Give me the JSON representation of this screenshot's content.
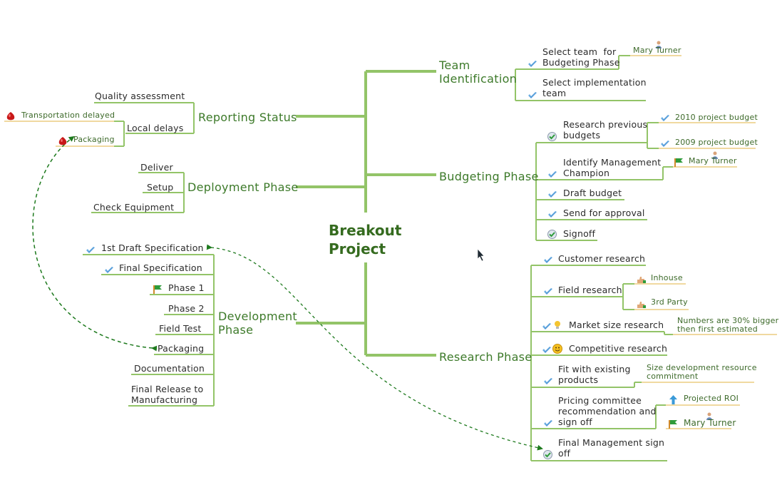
{
  "root": {
    "line1": "Breakout",
    "line2": "Project"
  },
  "colors": {
    "branch": "#93c468",
    "note_underline": "#f0d9a0",
    "arrow": "#1e7a1e",
    "text_main": "#3d7a2a",
    "root": "#356b1f"
  },
  "branches": {
    "reporting": {
      "label": "Reporting Status",
      "children": {
        "quality": "Quality assessment",
        "local": "Local delays",
        "transport": "Transportation delayed",
        "packaging": "Packaging"
      }
    },
    "deployment": {
      "label": "Deployment Phase",
      "children": {
        "deliver": "Deliver",
        "setup": "Setup",
        "check": "Check Equipment"
      }
    },
    "development": {
      "label1": "Development",
      "label2": "Phase",
      "children": {
        "draft": "1st Draft Specification",
        "final_spec": "Final Specification",
        "phase1": "Phase 1",
        "phase2": "Phase 2",
        "field_test": "Field Test",
        "packaging": "Packaging",
        "documentation": "Documentation",
        "release1": "Final Release to",
        "release2": "Manufacturing"
      }
    },
    "team": {
      "label1": "Team",
      "label2": "Identification",
      "children": {
        "select_budget1": "Select team  for",
        "select_budget2": "Budgeting Phase",
        "assignee": "Mary Turner",
        "select_impl1": "Select implementation",
        "select_impl2": "team"
      }
    },
    "budgeting": {
      "label": "Budgeting Phase",
      "children": {
        "research1": "Research previous",
        "research2": "budgets",
        "b2010": "2010 project budget",
        "b2009": "2009 project budget",
        "champion1": "Identify Management",
        "champion2": "Champion",
        "champion_assignee": "Mary Turner",
        "draft": "Draft budget",
        "send": "Send for approval",
        "signoff": "Signoff"
      }
    },
    "research": {
      "label": "Research Phase",
      "children": {
        "customer": "Customer research",
        "field": "Field research",
        "inhouse": "Inhouse",
        "third": "3rd Party",
        "market": "Market size research",
        "market_note1": "Numbers are 30% bigger",
        "market_note2": "then first estimated",
        "competitive": "Competitive research",
        "fit1": "Fit with existing",
        "fit2": "products",
        "fit_note1": "Size development resource",
        "fit_note2": "commitment",
        "pricing1": "Pricing committee",
        "pricing2": "recommendation and",
        "pricing3": "sign off",
        "roi": "Projected ROI",
        "pricing_assignee": "Mary Turner",
        "final1": "Final Management sign",
        "final2": "off"
      }
    }
  }
}
